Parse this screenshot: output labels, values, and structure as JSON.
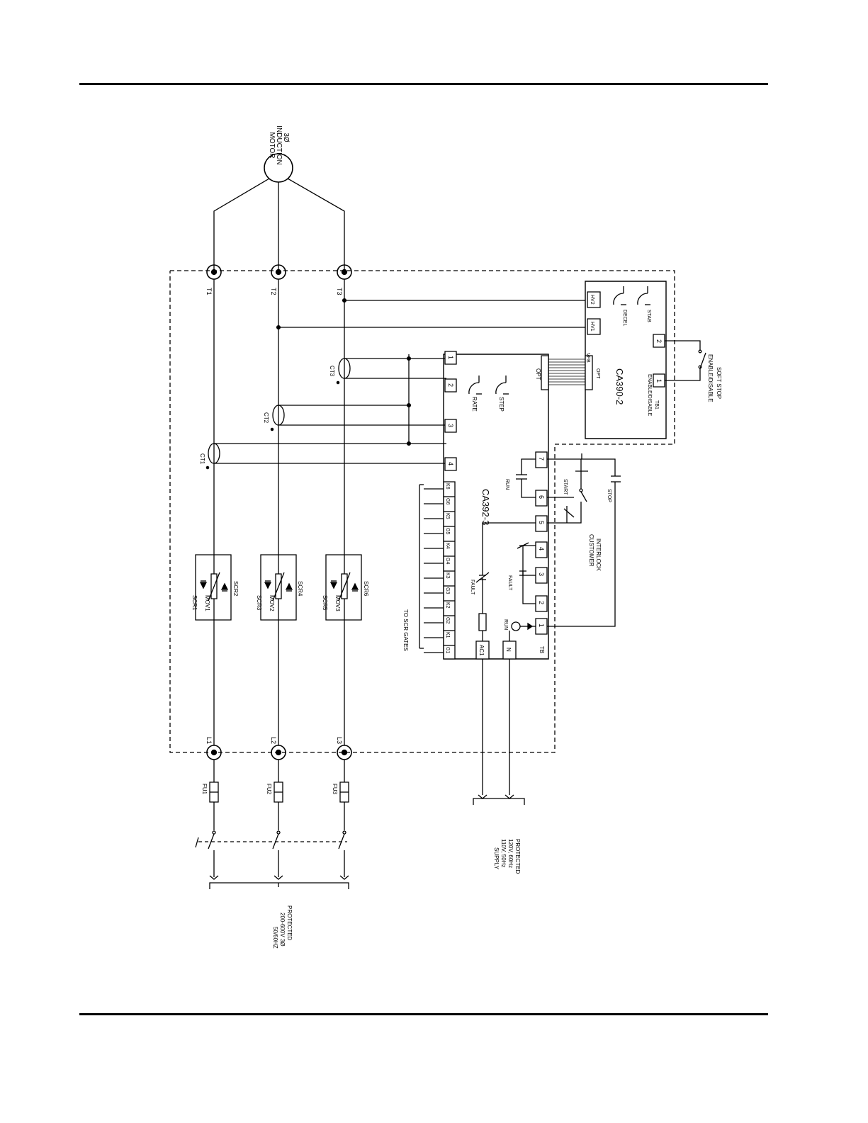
{
  "motor": {
    "line1": "3Ø",
    "line2": "INDUCTION",
    "line3": "MOTOR"
  },
  "terminals": {
    "t1": "T1",
    "t2": "T2",
    "t3": "T3",
    "l1": "L1",
    "l2": "L2",
    "l3": "L3"
  },
  "fuses": {
    "fu1": "FU1",
    "fu2": "FU2",
    "fu3": "FU3"
  },
  "scr_modules": [
    {
      "scr_a": "SCR1",
      "scr_b": "SCR2",
      "mov": "MOV1"
    },
    {
      "scr_a": "SCR3",
      "scr_b": "SCR4",
      "mov": "MOV2"
    },
    {
      "scr_a": "SCR5",
      "scr_b": "SCR6",
      "mov": "MOV3"
    }
  ],
  "cts": {
    "ct1": "CT1",
    "ct2": "CT2",
    "ct3": "CT3"
  },
  "ca392": {
    "name": "CA392-3",
    "tb": "TB",
    "top_terminals": [
      "1",
      "2",
      "3",
      "4"
    ],
    "bottom_terminals": [
      "1",
      "2",
      "3",
      "4",
      "5",
      "6",
      "7"
    ],
    "gate_terminals": [
      "G1",
      "K1",
      "G2",
      "K2",
      "G3",
      "K3",
      "G4",
      "K4",
      "G5",
      "K5",
      "G6",
      "K6"
    ],
    "ac1": "AC1",
    "n": "N",
    "opt": "OPT",
    "rate": "RATE",
    "step": "STEP"
  },
  "ca390": {
    "name": "CA390-2",
    "hv1": "HV1",
    "hv2": "HV2",
    "vfb": "VFB",
    "opt": "OPT",
    "decel": "DECEL",
    "stab": "STAB",
    "tb1": "TB1",
    "enable_disable": "ENABLE/DISABLE",
    "t1": "1",
    "t2": "2"
  },
  "labels": {
    "to_scr_gates": "TO SCR GATES",
    "fault": "FAULT",
    "run": "RUN",
    "start": "START",
    "stop": "STOP",
    "customer": "CUSTOMER",
    "interlock": "INTERLOCK",
    "enable_disable": "ENABLE/DISABLE",
    "soft_stop": "SOFT STOP"
  },
  "supply_control": {
    "line1": "PROTECTED",
    "line2": "120V, 60Hz",
    "line3": "110V, 50Hz",
    "line4": "SUPPLY"
  },
  "supply_main": {
    "line1": "PROTECTED",
    "line2": "200-600V  3Ø",
    "line3": "50/60HZ"
  }
}
